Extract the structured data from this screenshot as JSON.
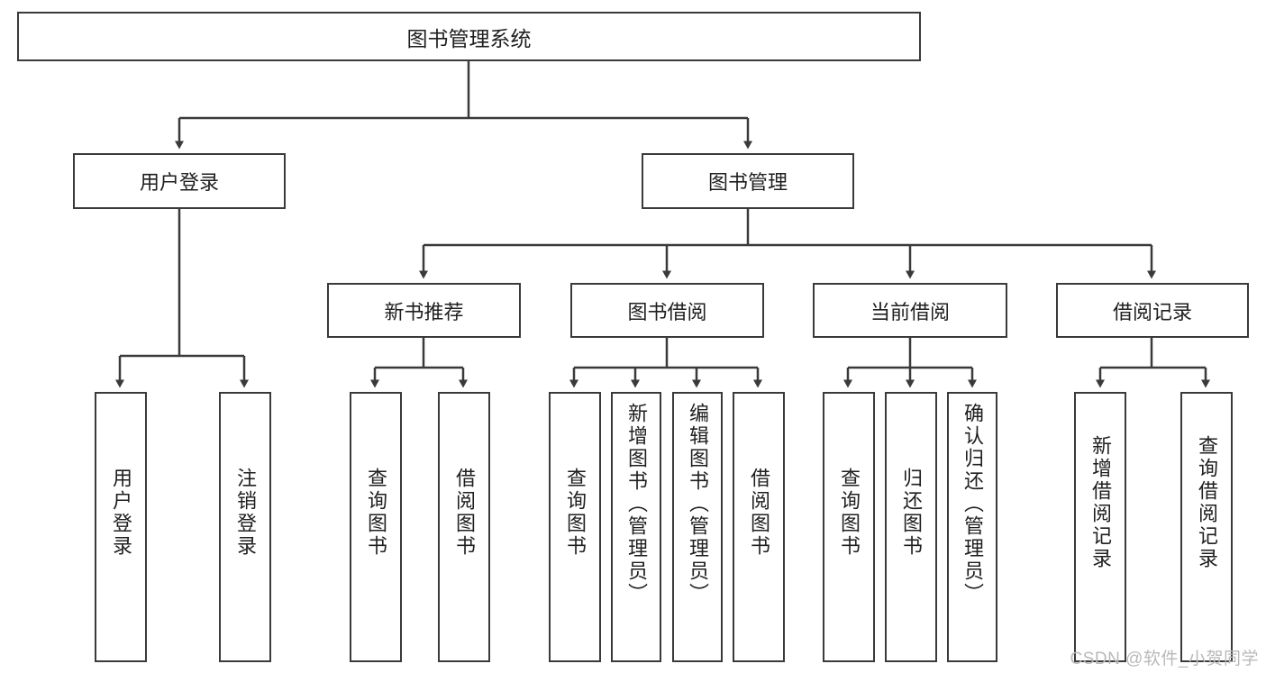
{
  "diagram": {
    "title": "图书管理系统",
    "type": "tree-hierarchy",
    "watermark": "CSDN @软件_小贺同学",
    "colors": {
      "stroke": "#3a3a3a",
      "fill": "#ffffff",
      "text": "#1f1f1f",
      "watermark": "#b9b9b9"
    },
    "root": {
      "label": "图书管理系统"
    },
    "level2": [
      {
        "label": "用户登录"
      },
      {
        "label": "图书管理"
      }
    ],
    "level3": [
      {
        "label": "新书推荐"
      },
      {
        "label": "图书借阅"
      },
      {
        "label": "当前借阅"
      },
      {
        "label": "借阅记录"
      }
    ],
    "leaves": {
      "user_login": [
        {
          "label": "用户登录"
        },
        {
          "label": "注销登录"
        }
      ],
      "new_book_recommend": [
        {
          "label": "查询图书"
        },
        {
          "label": "借阅图书"
        }
      ],
      "book_borrow": [
        {
          "label": "查询图书"
        },
        {
          "label": "新增图书（管理员）"
        },
        {
          "label": "编辑图书（管理员）"
        },
        {
          "label": "借阅图书"
        }
      ],
      "current_borrow": [
        {
          "label": "查询图书"
        },
        {
          "label": "归还图书"
        },
        {
          "label": "确认归还（管理员）"
        }
      ],
      "borrow_record": [
        {
          "label": "新增借阅记录"
        },
        {
          "label": "查询借阅记录"
        }
      ]
    }
  }
}
